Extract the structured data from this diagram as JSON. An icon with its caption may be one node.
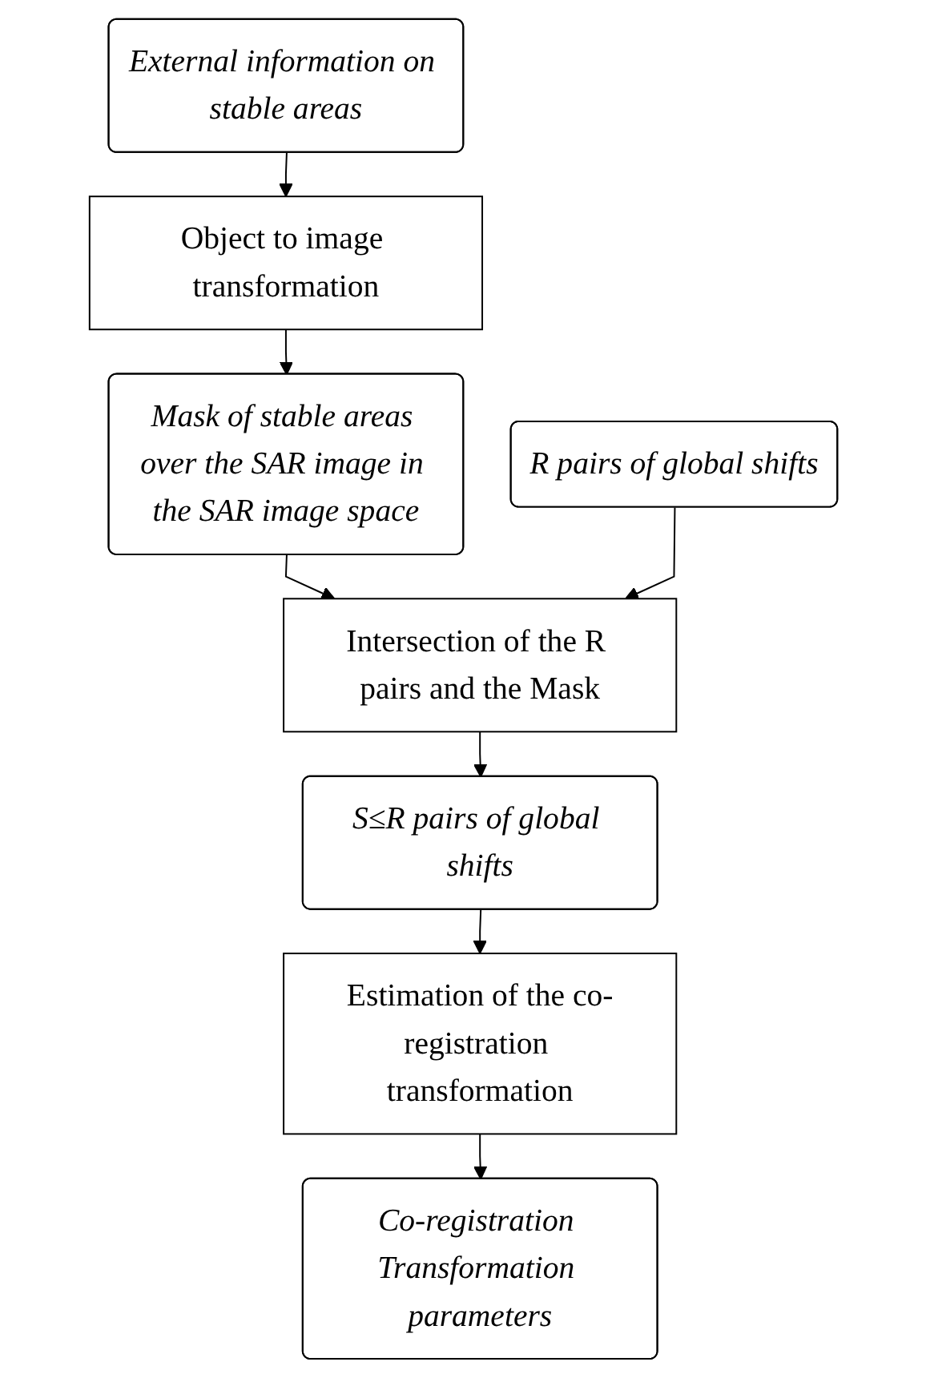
{
  "diagram": {
    "nodes": [
      {
        "text": [
          "External information on stable areas"
        ]
      },
      {
        "text": [
          "Object to image transformation"
        ]
      },
      {
        "text": [
          "Mask of stable areas over the SAR image in the SAR image space"
        ]
      },
      {
        "text": [
          "R pairs of global shifts"
        ]
      },
      {
        "text": [
          "Intersection of the R pairs and the Mask"
        ]
      },
      {
        "text": [
          "S≤R pairs of global shifts"
        ]
      },
      {
        "text": [
          "Estimation of the co-registration transformation"
        ]
      },
      {
        "text": [
          "Co-registration Transformation parameters"
        ]
      }
    ],
    "edges": [
      {
        "from": 0,
        "to": 1,
        "arrow": "to"
      },
      {
        "from": 1,
        "to": 2,
        "arrow": "to"
      },
      {
        "from": 2,
        "to": 4,
        "arrow": "to"
      },
      {
        "from": 3,
        "to": 4,
        "arrow": "to"
      },
      {
        "from": 4,
        "to": 5,
        "arrow": "to"
      },
      {
        "from": 5,
        "to": 6,
        "arrow": "to"
      },
      {
        "from": 6,
        "to": 7,
        "arrow": "to"
      }
    ]
  }
}
